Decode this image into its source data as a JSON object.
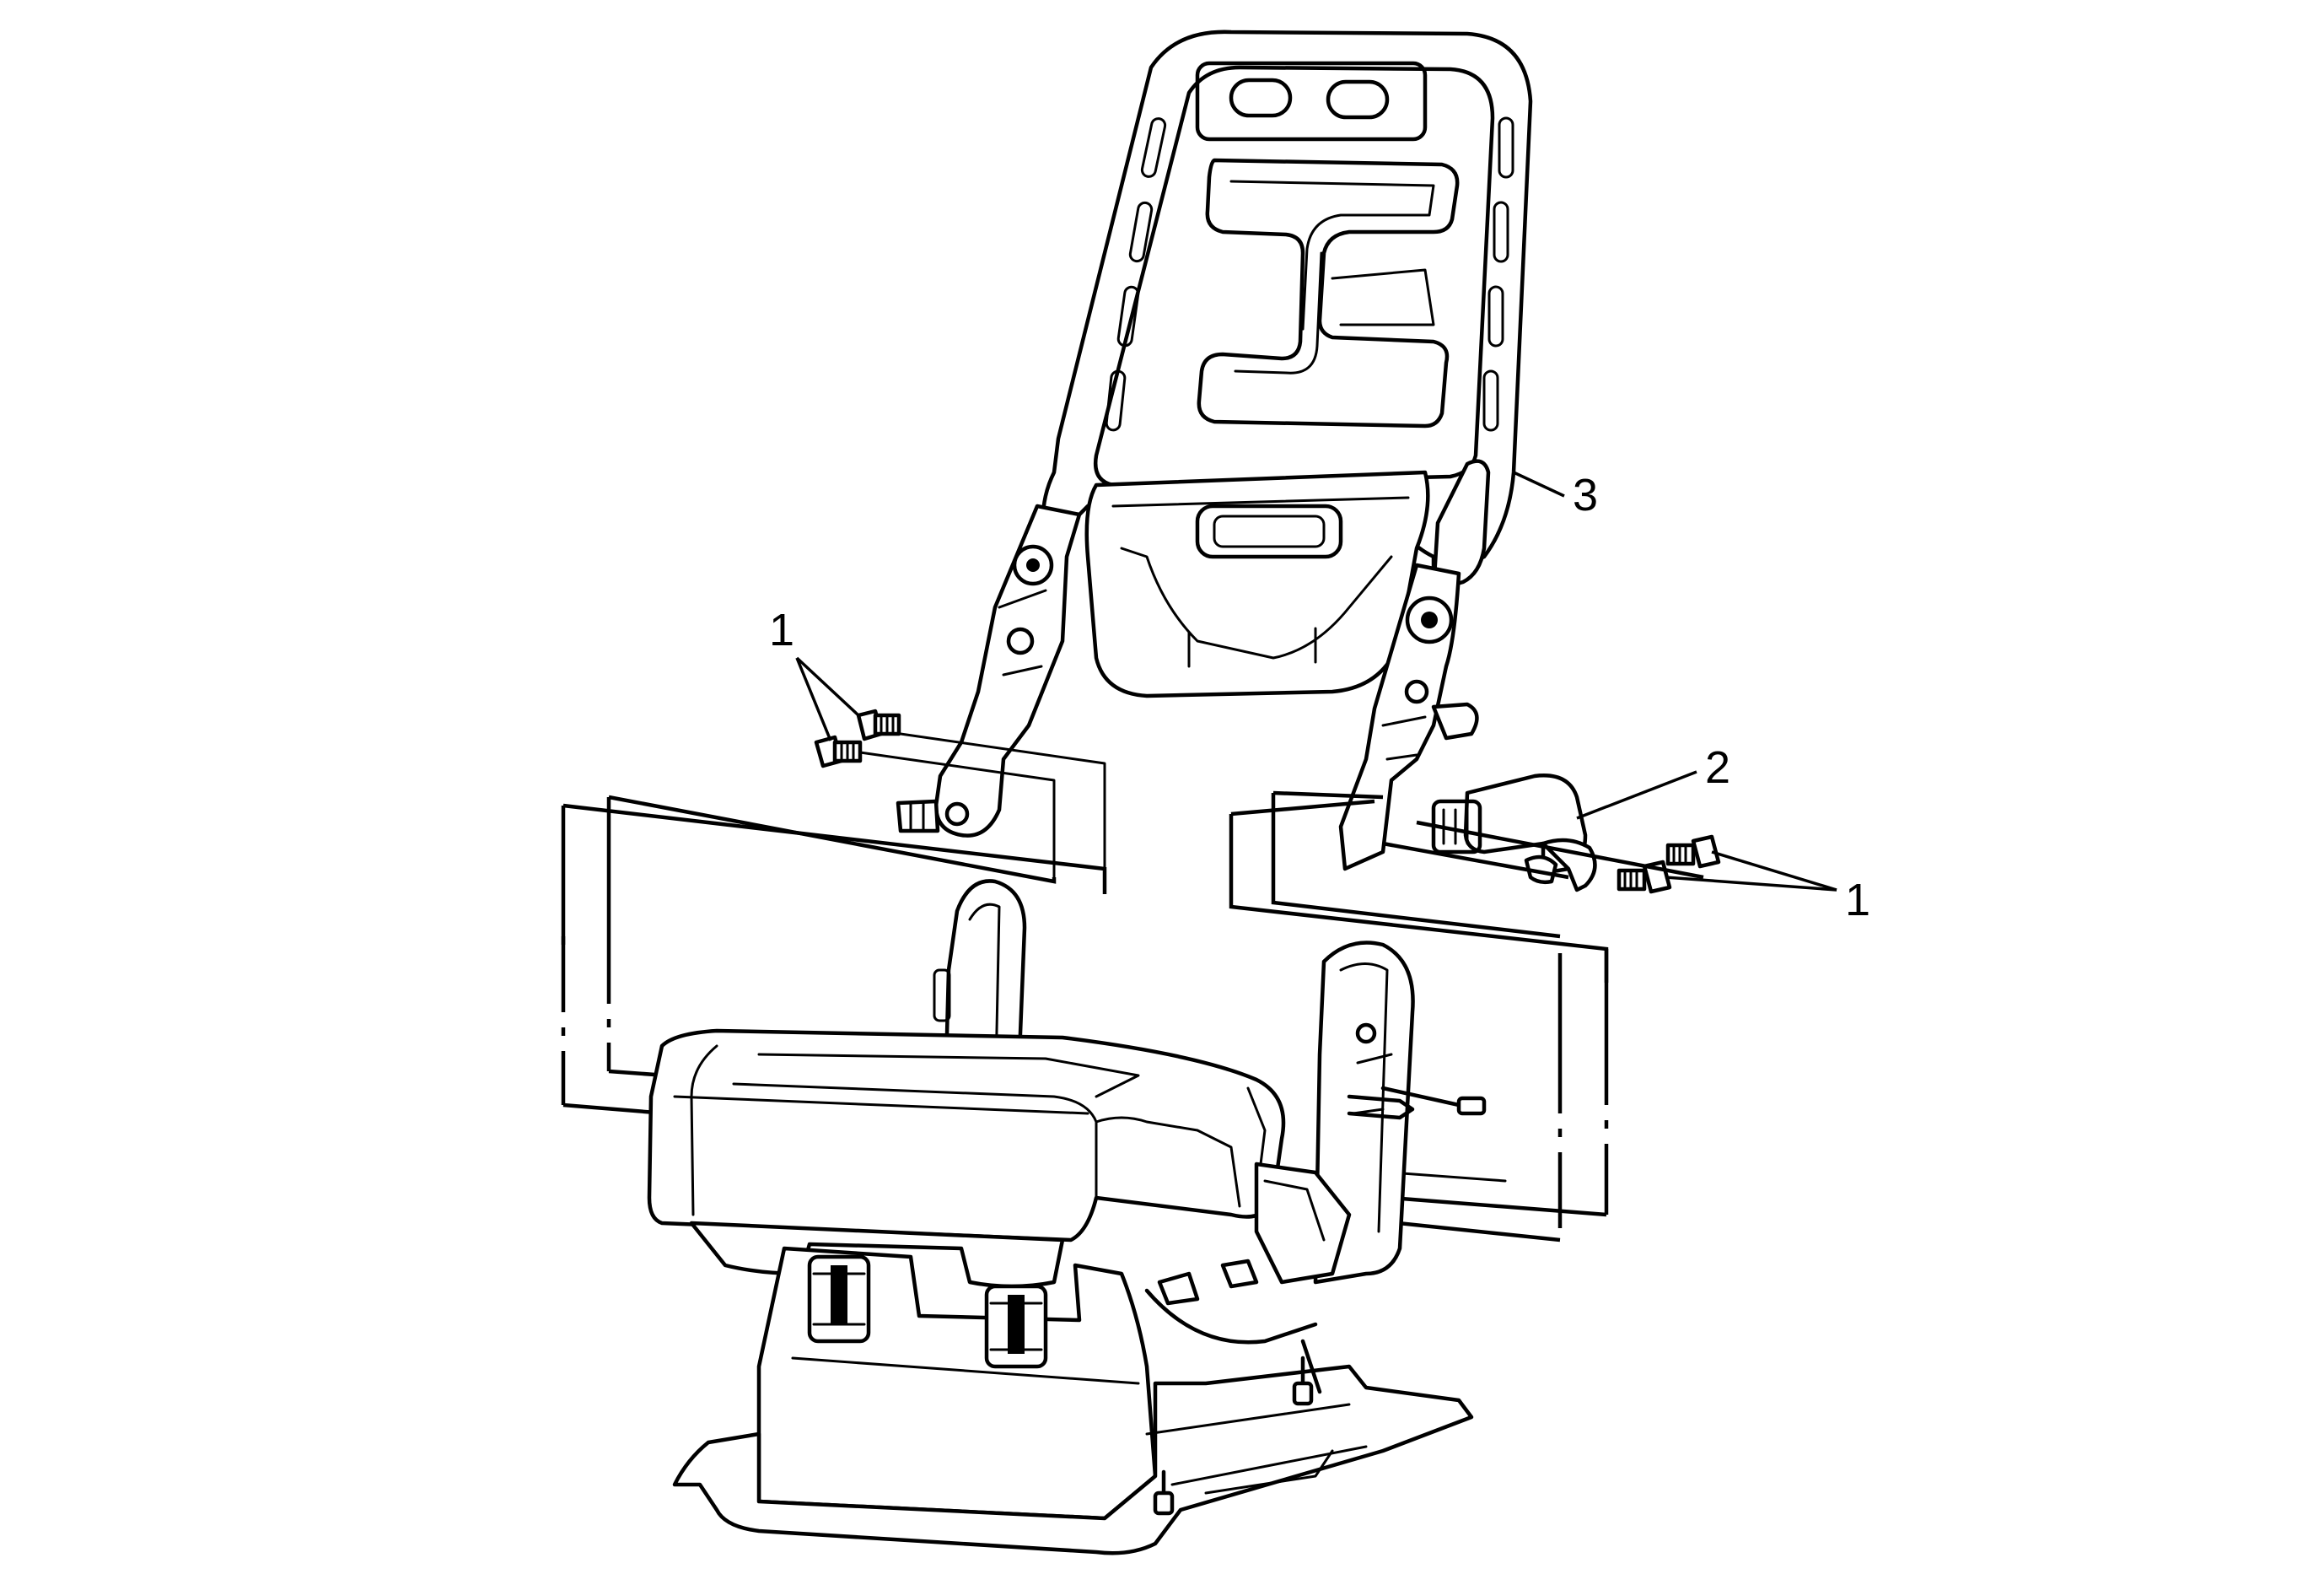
{
  "callouts": {
    "bolts_left": "1",
    "bolts_right": "1",
    "seat_belt_buckle": "2",
    "seat_back_frame": "3"
  }
}
